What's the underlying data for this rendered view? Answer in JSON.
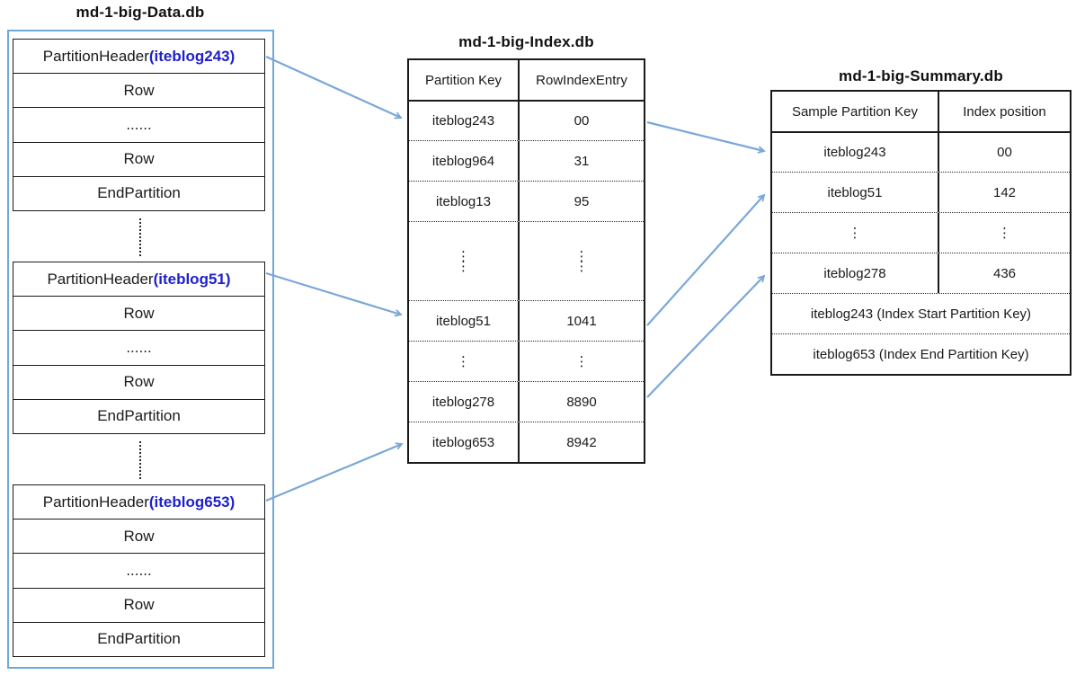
{
  "diagram": {
    "ellipsis": "⋮",
    "data_file": {
      "title": "md-1-big-Data.db",
      "partitions": [
        {
          "label": "PartitionHeader",
          "key": "(iteblog243)",
          "rows": [
            "Row",
            "......",
            "Row",
            "EndPartition"
          ]
        },
        {
          "label": "PartitionHeader",
          "key": "(iteblog51)",
          "rows": [
            "Row",
            "......",
            "Row",
            "EndPartition"
          ]
        },
        {
          "label": "PartitionHeader",
          "key": "(iteblog653)",
          "rows": [
            "Row",
            "......",
            "Row",
            "EndPartition"
          ]
        }
      ]
    },
    "index_file": {
      "title": "md-1-big-Index.db",
      "columns": [
        "Partition Key",
        "RowIndexEntry"
      ],
      "rows": [
        [
          "iteblog243",
          "00"
        ],
        [
          "iteblog964",
          "31"
        ],
        [
          "iteblog13",
          "95"
        ],
        [
          "⋮",
          "⋮"
        ],
        [
          "iteblog51",
          "1041"
        ],
        [
          "⋮",
          "⋮"
        ],
        [
          "iteblog278",
          "8890"
        ],
        [
          "iteblog653",
          "8942"
        ]
      ]
    },
    "summary_file": {
      "title": "md-1-big-Summary.db",
      "columns": [
        "Sample Partition Key",
        "Index position"
      ],
      "rows": [
        [
          "iteblog243",
          "00"
        ],
        [
          "iteblog51",
          "142"
        ],
        [
          "⋮",
          "⋮"
        ],
        [
          "iteblog278",
          "436"
        ]
      ],
      "footers": [
        "iteblog243 (Index Start Partition Key)",
        "iteblog653 (Index End Partition Key)"
      ]
    },
    "colors": {
      "arrow": "#7aa7d9",
      "data_box_border": "#6fa8dc",
      "partition_key_text": "#1f1fce"
    }
  }
}
